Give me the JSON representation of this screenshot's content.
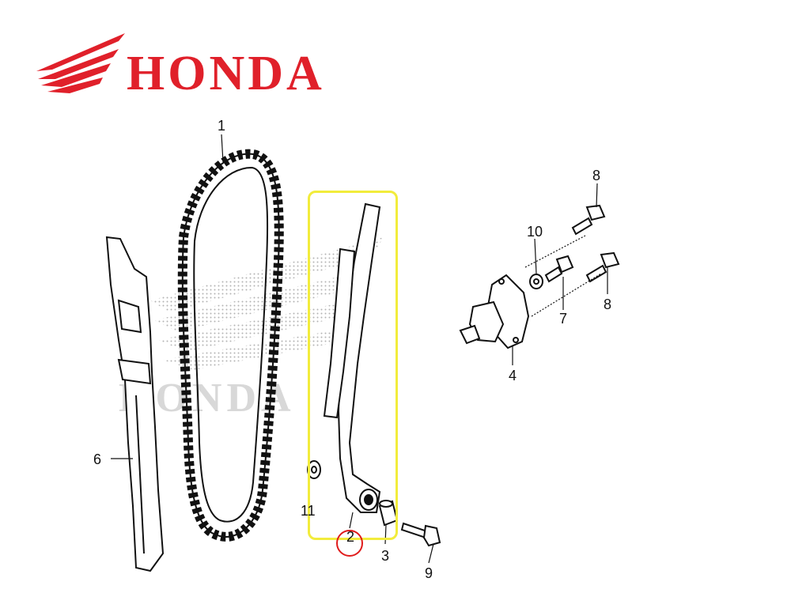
{
  "brand": {
    "name": "HONDA",
    "color": "#e0202a",
    "watermark": "HONDA"
  },
  "callouts": {
    "p1": "1",
    "p2": "2",
    "p3": "3",
    "p4": "4",
    "p5": "6",
    "p7": "7",
    "p8a": "8",
    "p8b": "8",
    "p9": "9",
    "p10": "10",
    "p11": "11"
  },
  "highlight": {
    "part": "2",
    "box_color": "#f2ec3c",
    "circle_color": "#e01b1b"
  },
  "icons": [
    "honda-wing-icon"
  ]
}
